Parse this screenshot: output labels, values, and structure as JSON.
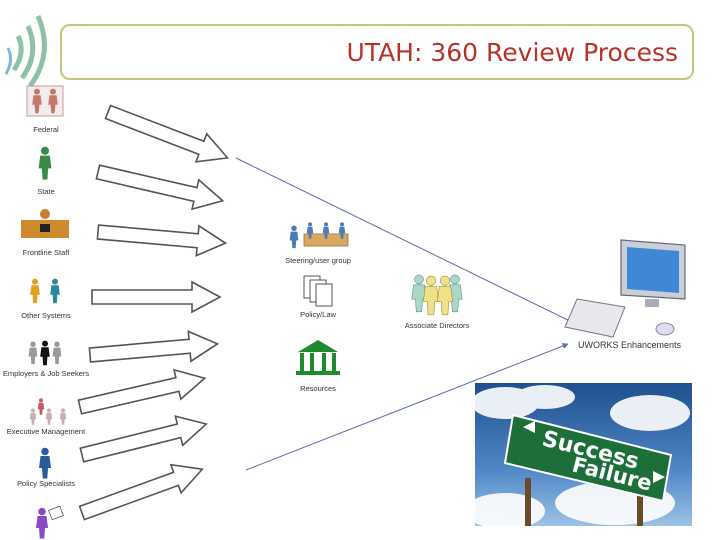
{
  "title": "UTAH: 360 Review Process",
  "stakeholders": [
    {
      "label": "Federal",
      "icon": "federal-people-icon"
    },
    {
      "label": "State",
      "icon": "state-person-icon"
    },
    {
      "label": "Frontline Staff",
      "icon": "frontline-desk-icon"
    },
    {
      "label": "Other Systems",
      "icon": "other-systems-people-icon"
    },
    {
      "label": "Employers & Job Seekers",
      "icon": "employers-group-icon"
    },
    {
      "label": "Executive Management",
      "icon": "executive-people-icon"
    },
    {
      "label": "Policy Specialists",
      "icon": "policy-person-icon"
    },
    {
      "label": "",
      "icon": "document-person-icon"
    }
  ],
  "center_items": [
    {
      "label": "Steering/user group",
      "icon": "meeting-table-icon"
    },
    {
      "label": "Policy/Law",
      "icon": "documents-icon"
    },
    {
      "label": "Resources",
      "icon": "bank-building-icon"
    }
  ],
  "associate": {
    "label": "Associate Directors",
    "icon": "associate-group-icon"
  },
  "target": {
    "label": "UWORKS Enhancements",
    "icon": "computer-icon"
  },
  "sign": {
    "line1": "Success",
    "line2": "Failure"
  },
  "colors": {
    "title": "#b7332a",
    "border": "#c7c47a",
    "arrow": "#5b6fa8",
    "sign": "#1d6f3a"
  }
}
